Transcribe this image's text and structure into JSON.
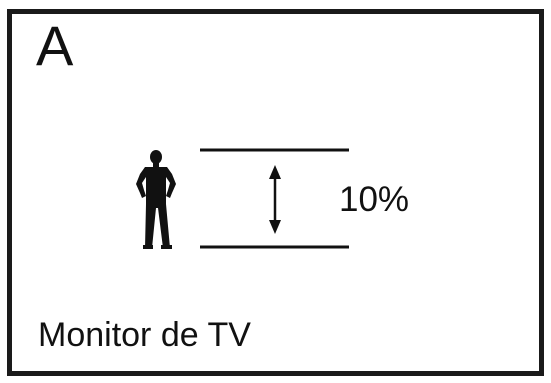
{
  "panel": {
    "letter": "A",
    "caption": "Monitor de TV"
  },
  "measurement": {
    "label": "10%"
  },
  "icons": {
    "person": "person-silhouette-icon",
    "arrow": "double-headed-vertical-arrow-icon"
  },
  "colors": {
    "ink": "#111111",
    "border": "#1a1a1a",
    "background": "#ffffff"
  }
}
